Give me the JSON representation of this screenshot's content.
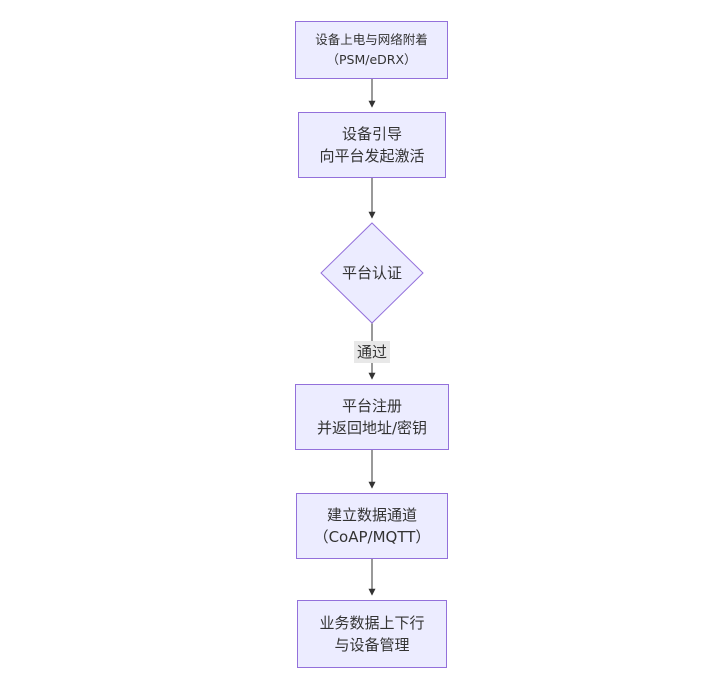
{
  "diagram": {
    "type": "flowchart",
    "direction": "top-down",
    "nodes": [
      {
        "id": "attach",
        "shape": "rect",
        "line1": "设备上电与网络附着",
        "line2": "（PSM/eDRX）"
      },
      {
        "id": "bootstrap",
        "shape": "rect",
        "line1": "设备引导",
        "line2": "向平台发起激活"
      },
      {
        "id": "auth",
        "shape": "diamond",
        "line1": "平台认证",
        "line2": ""
      },
      {
        "id": "register",
        "shape": "rect",
        "line1": "平台注册",
        "line2": "并返回地址/密钥"
      },
      {
        "id": "channel",
        "shape": "rect",
        "line1": "建立数据通道",
        "line2": "（CoAP/MQTT）"
      },
      {
        "id": "business",
        "shape": "rect",
        "line1": "业务数据上下行",
        "line2": "与设备管理"
      }
    ],
    "edges": [
      {
        "from": "attach",
        "to": "bootstrap",
        "label": ""
      },
      {
        "from": "bootstrap",
        "to": "auth",
        "label": ""
      },
      {
        "from": "auth",
        "to": "register",
        "label": "通过"
      },
      {
        "from": "register",
        "to": "channel",
        "label": ""
      },
      {
        "from": "channel",
        "to": "business",
        "label": ""
      }
    ],
    "colors": {
      "node_fill": "#ECECFF",
      "node_border": "#9370DB",
      "text": "#333333",
      "edge_line": "#333333",
      "edge_label_bg": "#e8e8e8",
      "background": "#ffffff"
    }
  }
}
